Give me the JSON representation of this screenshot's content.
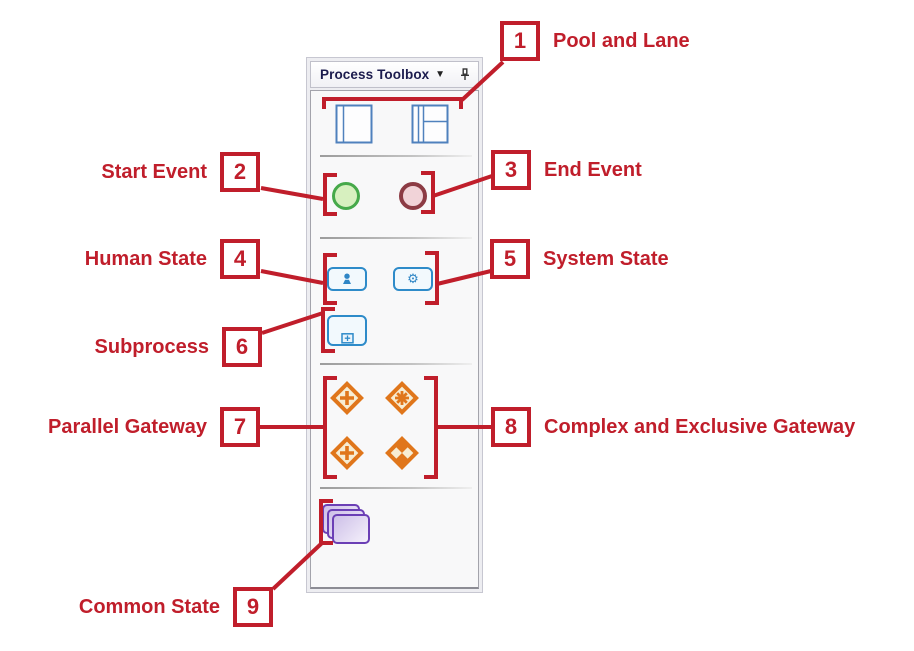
{
  "panel": {
    "title": "Process Toolbox",
    "caret_icon": "▼",
    "system_state_glyph": "⚙",
    "icons": [
      "pool-icon",
      "lane-icon",
      "start-event-icon",
      "end-event-icon",
      "human-state-icon",
      "system-state-icon",
      "subprocess-icon",
      "parallel-gateway-icon",
      "complex-gateway-icon",
      "exclusive-gateway-icon",
      "common-state-icon",
      "dropdown-caret-icon",
      "pin-icon"
    ]
  },
  "callouts": [
    {
      "num": "1",
      "label": "Pool and Lane"
    },
    {
      "num": "2",
      "label": "Start Event"
    },
    {
      "num": "3",
      "label": "End Event"
    },
    {
      "num": "4",
      "label": "Human State"
    },
    {
      "num": "5",
      "label": "System State"
    },
    {
      "num": "6",
      "label": "Subprocess"
    },
    {
      "num": "7",
      "label": "Parallel Gateway"
    },
    {
      "num": "8",
      "label": "Complex and Exclusive Gateway"
    },
    {
      "num": "9",
      "label": "Common State"
    }
  ],
  "colors": {
    "annotation_red": "#c01e2b",
    "pool_lane_blue": "#4f81bd",
    "state_blue": "#2e8bc9",
    "gateway_orange": "#e0761b",
    "start_green": "#46a94a",
    "end_maroon": "#8c3b44",
    "common_purple": "#6b3fb5",
    "panel_title_navy": "#1c1c4e"
  }
}
